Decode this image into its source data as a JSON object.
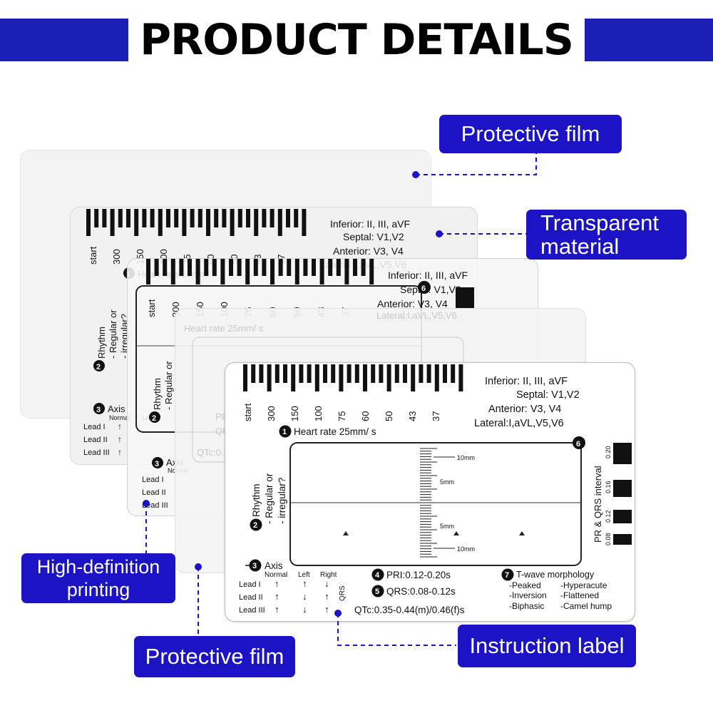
{
  "title": "PRODUCT DETAILS",
  "callouts": {
    "protective_film_top": "Protective film",
    "transparent_material": [
      "Transparent",
      "material"
    ],
    "high_definition_printing": [
      "High-definition",
      "printing"
    ],
    "protective_film_bottom": "Protective film",
    "instruction_label": "Instruction label"
  },
  "card": {
    "hr_labels": [
      "start",
      "300",
      "150",
      "100",
      "75",
      "60",
      "50",
      "43",
      "37"
    ],
    "leads": {
      "inferior": "Inferior: II, III, aVF",
      "septal": "Septal: V1,V2",
      "anterior": "Anterior: V3, V4",
      "lateral": "Lateral:I,aVL,V5,V6"
    },
    "heart_rate": {
      "num": "1",
      "label": "Heart rate 25mm/ s"
    },
    "rhythm": {
      "num": "2",
      "lines": [
        "Rhythm",
        "- Regular or",
        "- irregular?"
      ]
    },
    "axis": {
      "num": "3",
      "label": "Axis",
      "headers": [
        "Normal",
        "Left",
        "Right"
      ],
      "rows": [
        {
          "lead": "Lead I",
          "normal": "↑",
          "left": "↑",
          "right": "↓"
        },
        {
          "lead": "Lead II",
          "normal": "↑",
          "left": "↓",
          "right": "↑"
        },
        {
          "lead": "Lead III",
          "normal": "↑",
          "left": "↓",
          "right": "↑"
        }
      ],
      "qrs": "QRS"
    },
    "pri": {
      "num": "4",
      "label": "PRI:0.12-0.20s"
    },
    "qrs": {
      "num": "5",
      "label": "QRS:0.08-0.12s"
    },
    "qtc": "QTc:0.35-0.44(m)/0.46(f)s",
    "section6": "6",
    "ruler": {
      "top": "10mm",
      "mid": "5mm",
      "mid2": "5mm",
      "bottom": "10mm"
    },
    "interval": {
      "label": "PR & QRS interval",
      "values": [
        "0.20",
        "0.16",
        "0.12",
        "0.08"
      ]
    },
    "twave": {
      "num": "7",
      "label": "T-wave morphology",
      "items": [
        "-Peaked",
        "-Hyperacute",
        "-Inversion",
        "-Flattened",
        "-Biphasic",
        "-Camel hump"
      ]
    }
  },
  "colors": {
    "banner": "#1c1fb5",
    "callout": "#1c13c4"
  }
}
